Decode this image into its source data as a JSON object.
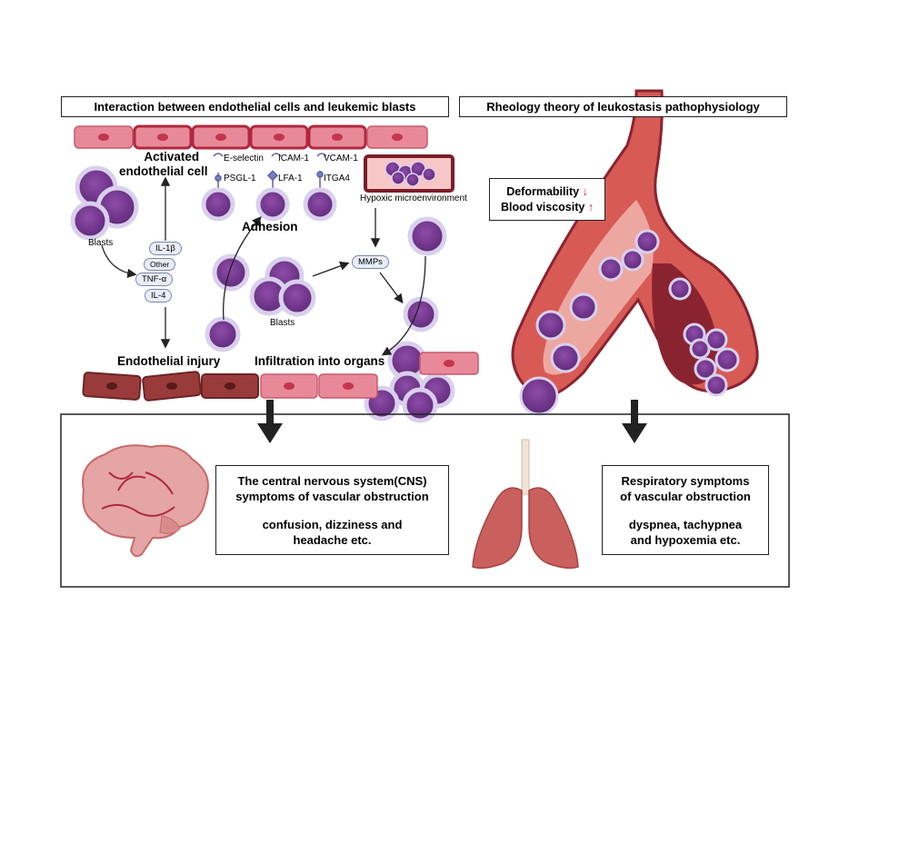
{
  "headers": {
    "left": "Interaction between endothelial cells and leukemic blasts",
    "right": "Rheology theory of leukostasis pathophysiology"
  },
  "labels": {
    "activated_line1": "Activated",
    "activated_line2": "endothelial cell",
    "adhesion": "Adhesion",
    "endothelial_injury": "Endothelial injury",
    "infiltration": "Infiltration into organs",
    "blasts_top": "Blasts",
    "blasts_mid": "Blasts",
    "hypoxic": "Hypoxic microenvironment",
    "mmps": "MMPs"
  },
  "molecules": {
    "e_selectin": "E-selectin",
    "psgl1": "PSGL-1",
    "icam1": "ICAM-1",
    "lfa1": "LFA-1",
    "vcam1": "VCAM-1",
    "itga4": "ITGA4"
  },
  "cytokines": [
    "IL-1β",
    "Other",
    "TNF-α",
    "IL-4"
  ],
  "rheology": {
    "deformability": "Deformability",
    "deformability_arrow": "↓",
    "viscosity": "Blood viscosity",
    "viscosity_arrow": "↑"
  },
  "cns": {
    "line1": "The central nervous system(CNS)",
    "line2": "symptoms of vascular obstruction",
    "line3": "confusion, dizziness and",
    "line4": "headache etc."
  },
  "resp": {
    "line1": "Respiratory symptoms",
    "line2": "of vascular obstruction",
    "line3": "dyspnea, tachypnea",
    "line4": "and hypoxemia etc."
  },
  "colors": {
    "blast_fill": "#7b3e95",
    "blast_halo": "#d9d0ec",
    "endo_pink": "#e8899a",
    "endo_active_border": "#b0283f",
    "endo_injured": "#9a3b3b",
    "vessel_red": "#c94a4a",
    "vessel_dark": "#8a2330",
    "brain_pink": "#e5a5a5",
    "lung_red": "#c9605e",
    "warning_red": "#c0261f"
  }
}
